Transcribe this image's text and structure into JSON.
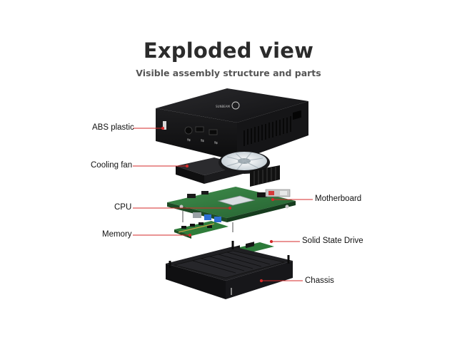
{
  "header": {
    "title": "Exploded view",
    "subtitle": "Visible assembly structure and parts"
  },
  "colors": {
    "leader_line": "#d42a2a",
    "case": "#1c1c1e",
    "pcb": "#2f7a3c",
    "fan_blade": "#eef1f3"
  },
  "callouts": [
    {
      "id": "abs-plastic",
      "label": "ABS plastic"
    },
    {
      "id": "cooling-fan",
      "label": "Cooling fan"
    },
    {
      "id": "cpu",
      "label": "CPU"
    },
    {
      "id": "memory",
      "label": "Memory"
    },
    {
      "id": "motherboard",
      "label": "Motherboard"
    },
    {
      "id": "ssd",
      "label": "Solid State Drive"
    },
    {
      "id": "chassis",
      "label": "Chassis"
    }
  ]
}
